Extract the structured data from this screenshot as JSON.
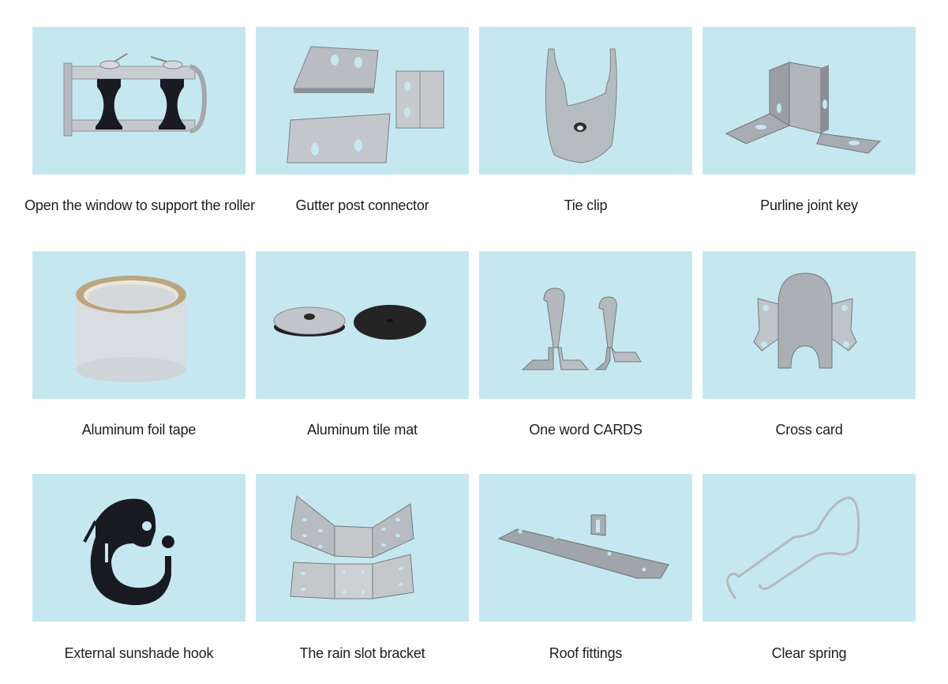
{
  "page": {
    "background": "#ffffff",
    "panel_color": "#c5e8f0"
  },
  "products": [
    {
      "caption": "Open the window to support the roller",
      "icon": "window-roller-support-icon"
    },
    {
      "caption": "Gutter post connector",
      "icon": "gutter-post-connector-icon"
    },
    {
      "caption": "Tie clip",
      "icon": "tie-clip-icon"
    },
    {
      "caption": "Purline joint key",
      "icon": "purline-joint-key-icon"
    },
    {
      "caption": "Aluminum foil tape",
      "icon": "foil-tape-roll-icon"
    },
    {
      "caption": "Aluminum tile mat",
      "icon": "tile-mat-washer-icon"
    },
    {
      "caption": "One word CARDS",
      "icon": "one-word-card-icon"
    },
    {
      "caption": "Cross card",
      "icon": "cross-card-icon"
    },
    {
      "caption": "External sunshade hook",
      "icon": "sunshade-hook-icon"
    },
    {
      "caption": "The rain slot bracket",
      "icon": "rain-slot-bracket-icon"
    },
    {
      "caption": "Roof fittings",
      "icon": "roof-fitting-icon"
    },
    {
      "caption": "Clear spring",
      "icon": "clear-spring-icon"
    }
  ]
}
